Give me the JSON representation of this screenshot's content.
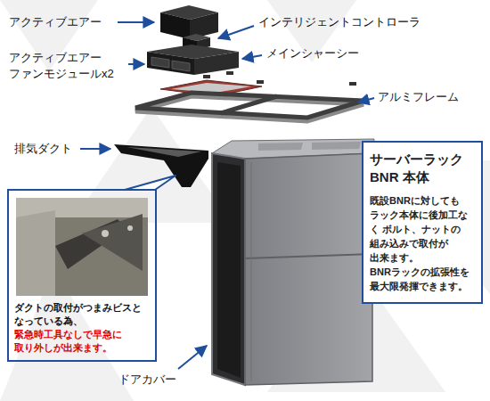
{
  "diagram": {
    "nodes": [
      {
        "text": [
          "サーバーラック BNR 本体",
          "既設BNRに対しても ラック本体に後加工なく ボルト、ナットの 組み込みで取付が 出来ます。 BNRラックの拡張性を 最大限発揮できます。"
        ]
      },
      {
        "text": [
          "ダクトの取付がつまみビスと なっている為、",
          "緊急時工具なしで早急に 取り外しが出来ます。"
        ]
      }
    ],
    "labels": [
      "アクティブエアー",
      "インテリジェントコントローラ",
      "アクティブエアー ファンモジュールx2",
      "メインシャーシー",
      "アルミフレーム",
      "排気ダクト",
      "ドアカバー"
    ]
  }
}
